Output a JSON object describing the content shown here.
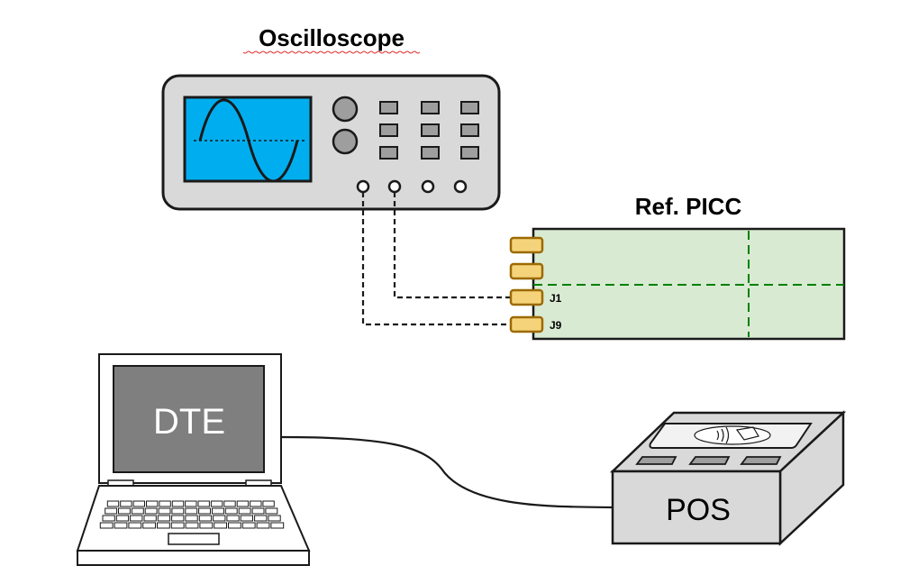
{
  "oscilloscope": {
    "title": "Oscilloscope",
    "screen_color": "#00aeef",
    "body_color": "#d9d9d9"
  },
  "ref_picc": {
    "title": "Ref. PICC",
    "board_color": "#d9ead3",
    "connector_color": "#f5d37a",
    "pins": [
      "J1",
      "J9"
    ],
    "trace_color": "#008000"
  },
  "dte": {
    "label": "DTE",
    "screen_color": "#7f7f7f"
  },
  "pos": {
    "label": "POS",
    "body_color": "#d9d9d9",
    "contactless_icon": "contactless-symbol-icon"
  }
}
